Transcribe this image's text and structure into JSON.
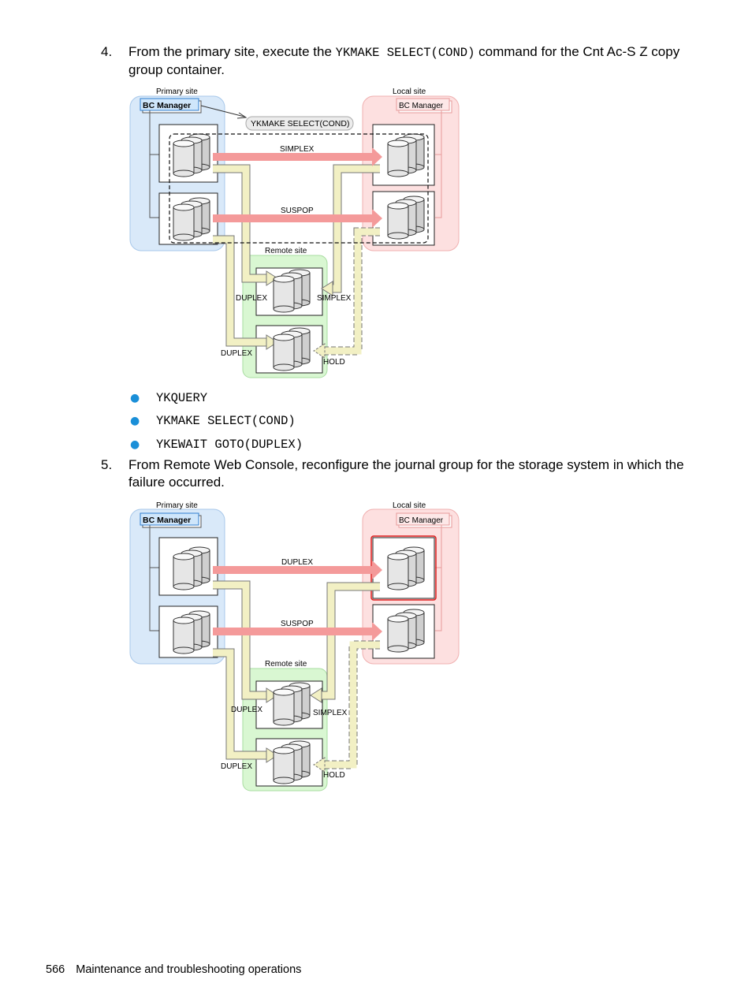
{
  "step4": {
    "number": "4.",
    "text_before": "From the primary site, execute the ",
    "command": "YKMAKE SELECT(COND)",
    "text_after": " command for the Cnt Ac-S Z copy group container."
  },
  "diagram1": {
    "primary_site": "Primary site",
    "local_site": "Local site",
    "remote_site": "Remote site",
    "bc_manager_primary": "BC Manager",
    "bc_manager_local": "BC Manager",
    "callout": "YKMAKE SELECT(COND)",
    "arrow_top": "SIMPLEX",
    "arrow_mid": "SUSPOP",
    "remote_left_top": "DUPLEX",
    "remote_right_top": "SIMPLEX",
    "remote_left_bottom": "DUPLEX",
    "remote_right_bottom": "HOLD"
  },
  "bullets": [
    "YKQUERY",
    "YKMAKE SELECT(COND)",
    "YKEWAIT GOTO(DUPLEX)"
  ],
  "step5": {
    "number": "5.",
    "text": "From Remote Web Console, reconfigure the journal group for the storage system in which the failure occurred."
  },
  "diagram2": {
    "primary_site": "Primary site",
    "local_site": "Local site",
    "remote_site": "Remote site",
    "bc_manager_primary": "BC Manager",
    "bc_manager_local": "BC Manager",
    "arrow_top": "DUPLEX",
    "arrow_mid": "SUSPOP",
    "remote_left_top": "DUPLEX",
    "remote_right_top": "SIMPLEX",
    "remote_left_bottom": "DUPLEX",
    "remote_right_bottom": "HOLD"
  },
  "footer": {
    "page_number": "566",
    "section": "Maintenance and troubleshooting operations"
  },
  "colors": {
    "primary_bg": "#d9e9f9",
    "local_bg": "#fde0e0",
    "remote_bg": "#d9f7d2",
    "pink_arrow": "#f49a9a",
    "yellow_arrow": "#f2f0c4",
    "bullet": "#1a8fd8",
    "highlight": "#e02020"
  }
}
